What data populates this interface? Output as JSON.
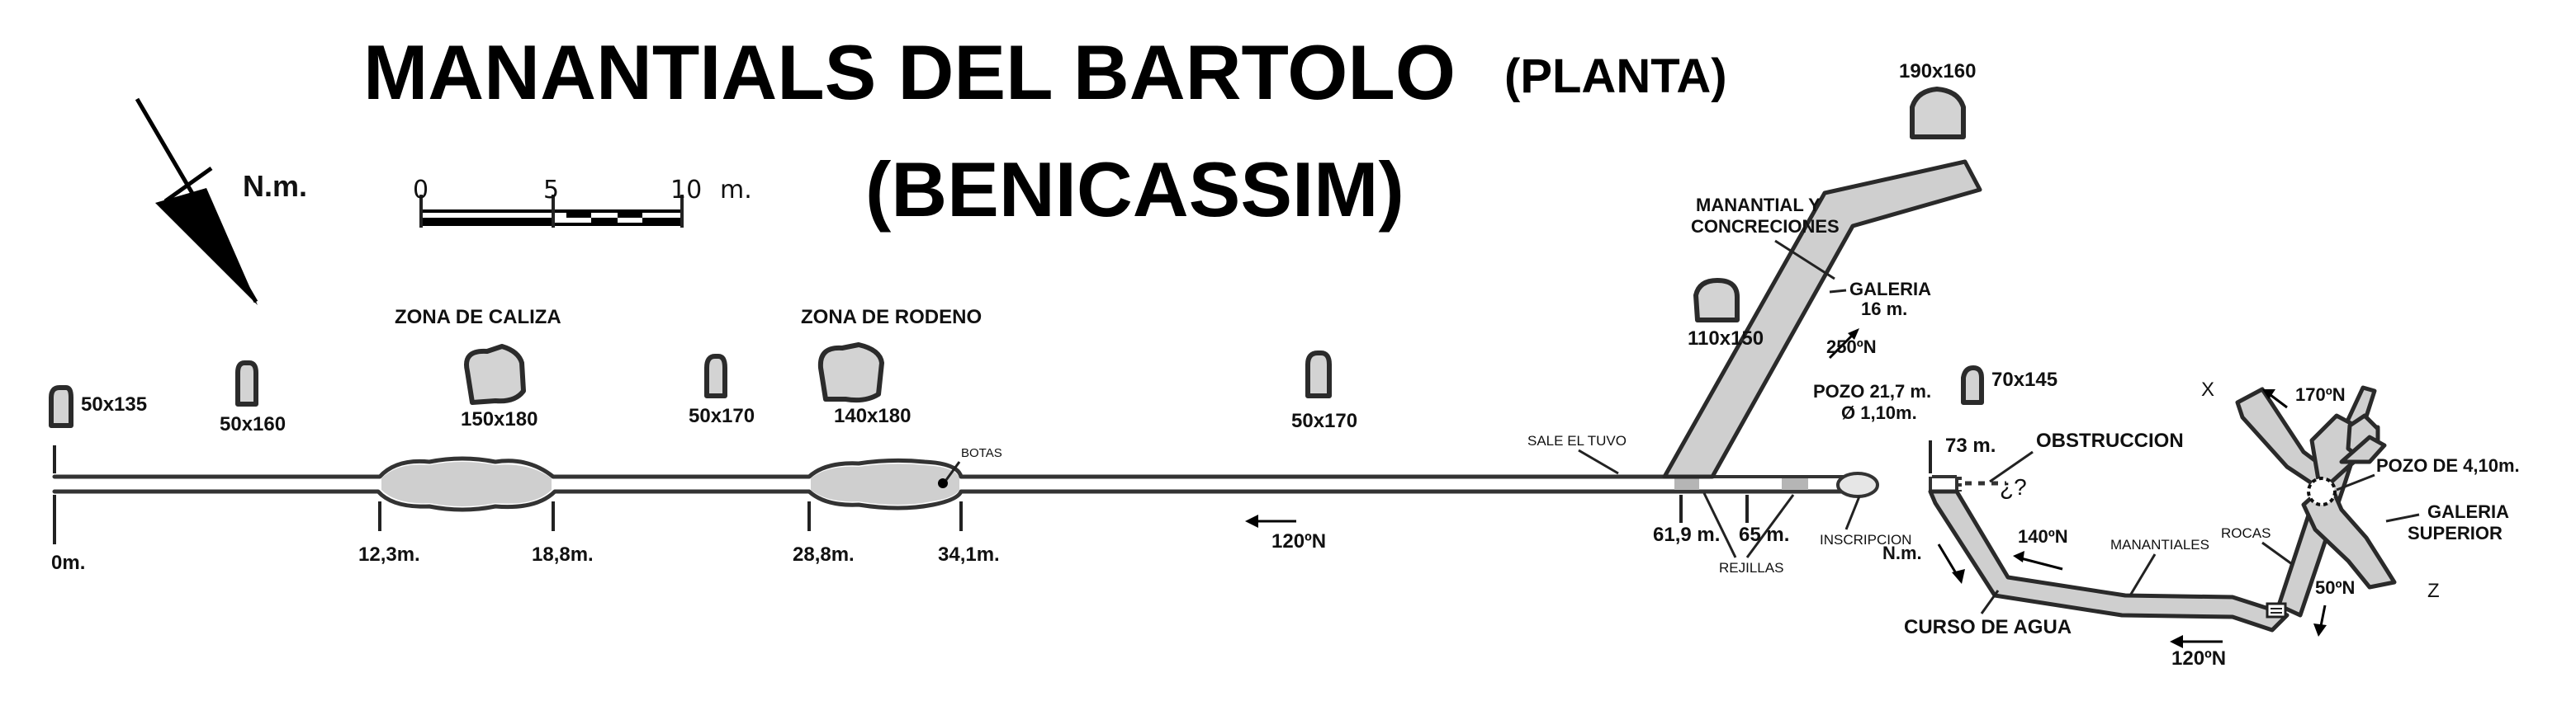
{
  "title": {
    "main": "MANANTIALS DEL BARTOLO",
    "planta": "(PLANTA)",
    "place": "(BENICASSIM)"
  },
  "north": {
    "label": "N.m."
  },
  "scale": {
    "t0": "0",
    "t5": "5",
    "t10": "10",
    "unit": "m."
  },
  "zones": {
    "caliza": "ZONA DE CALIZA",
    "rodeno": "ZONA DE RODENO"
  },
  "sections": {
    "s1": "50x135",
    "s2": "50x160",
    "s3": "150x180",
    "s4": "50x170",
    "s5": "140x180",
    "s6": "50x170",
    "s7": "110x150",
    "s8": "190x160",
    "s9": "70x145"
  },
  "distances": {
    "d0": "0m.",
    "d1": "12,3m.",
    "d2": "18,8m.",
    "d3": "28,8m.",
    "d4": "34,1m.",
    "d5": "61,9 m.",
    "d6": "65 m.",
    "d7": "73 m."
  },
  "annotations": {
    "botas": "BOTAS",
    "sale_tubo": "SALE EL TUVO",
    "bearing_120_main": "120ºN",
    "rejillas": "REJILLAS",
    "inscripcion": "INSCRIPCION",
    "nm_small": "N.m.",
    "manantial": "MANANTIAL Y",
    "concreciones": "CONCRECIONES",
    "galeria": "GALERIA",
    "galeria_len": "16 m.",
    "bearing_250": "250ºN",
    "pozo1": "POZO 21,7 m.",
    "pozo1_diam": "Ø 1,10m.",
    "obstruccion": "OBSTRUCCION",
    "question": "¿?",
    "bearing_140": "140ºN",
    "manantiales": "MANANTIALES",
    "rocas": "ROCAS",
    "curso": "CURSO DE AGUA",
    "bearing_120_lower": "120ºN",
    "bearing_50": "50ºN",
    "bearing_170": "170ºN",
    "x_mark": "X",
    "z_mark": "Z",
    "pozo2": "POZO DE 4,10m.",
    "galeria_sup1": "GALERIA",
    "galeria_sup2": "SUPERIOR"
  }
}
